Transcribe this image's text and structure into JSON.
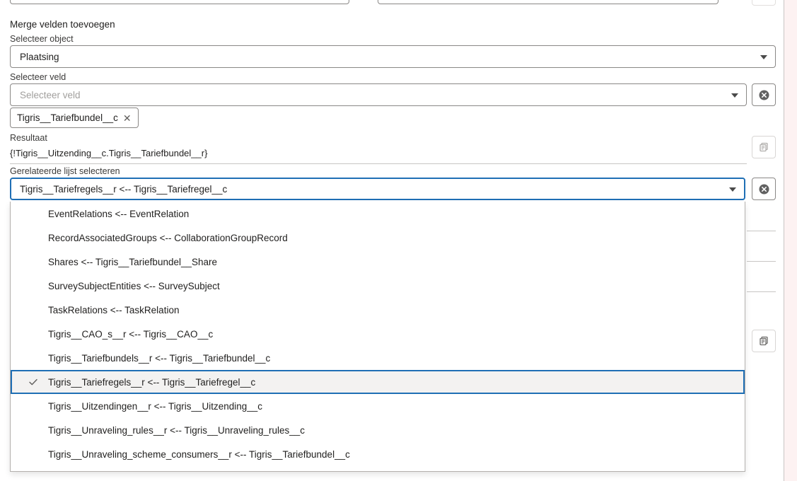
{
  "section": {
    "title": "Merge velden toevoegen"
  },
  "fields": {
    "object": {
      "label": "Selecteer object",
      "value": "Plaatsing"
    },
    "veld": {
      "label": "Selecteer veld",
      "placeholder": "Selecteer veld",
      "chip": "Tigris__Tariefbundel__c",
      "chip_remove_icon": "close-icon"
    },
    "resultaat": {
      "label": "Resultaat",
      "value": "{!Tigris__Uitzending__c.Tigris__Tariefbundel__r}"
    },
    "related_list": {
      "label": "Gerelateerde lijst selecteren",
      "value": "Tigris__Tariefregels__r <-- Tigris__Tariefregel__c"
    }
  },
  "buttons": {
    "clear_veld": {
      "icon": "delete-circle-icon",
      "label": ""
    },
    "clear_related_list": {
      "icon": "delete-circle-icon",
      "label": ""
    },
    "copy_resultaat": {
      "icon": "copy-icon",
      "label": ""
    },
    "copy_secondary": {
      "icon": "copy-icon",
      "label": ""
    }
  },
  "dropdown": {
    "open": true,
    "selected_index": 7,
    "options": [
      "EventRelations <-- EventRelation",
      "RecordAssociatedGroups <-- CollaborationGroupRecord",
      "Shares <-- Tigris__Tariefbundel__Share",
      "SurveySubjectEntities <-- SurveySubject",
      "TaskRelations <-- TaskRelation",
      "Tigris__CAO_s__r <-- Tigris__CAO__c",
      "Tigris__Tariefbundels__r <-- Tigris__Tariefbundel__c",
      "Tigris__Tariefregels__r <-- Tigris__Tariefregel__c",
      "Tigris__Uitzendingen__r <-- Tigris__Uitzending__c",
      "Tigris__Unraveling_rules__r <-- Tigris__Unraveling_rules__c",
      "Tigris__Unraveling_scheme_consumers__r <-- Tigris__Tariefbundel__c"
    ]
  },
  "colors": {
    "focus_blue": "#1f6fb5",
    "border_gray": "#8a8886",
    "text_primary": "#201f1e",
    "text_secondary": "#3b3a39",
    "placeholder": "#a19f9d",
    "selected_bg": "#f3f2f1",
    "rail_bg": "#fdf2f2"
  }
}
